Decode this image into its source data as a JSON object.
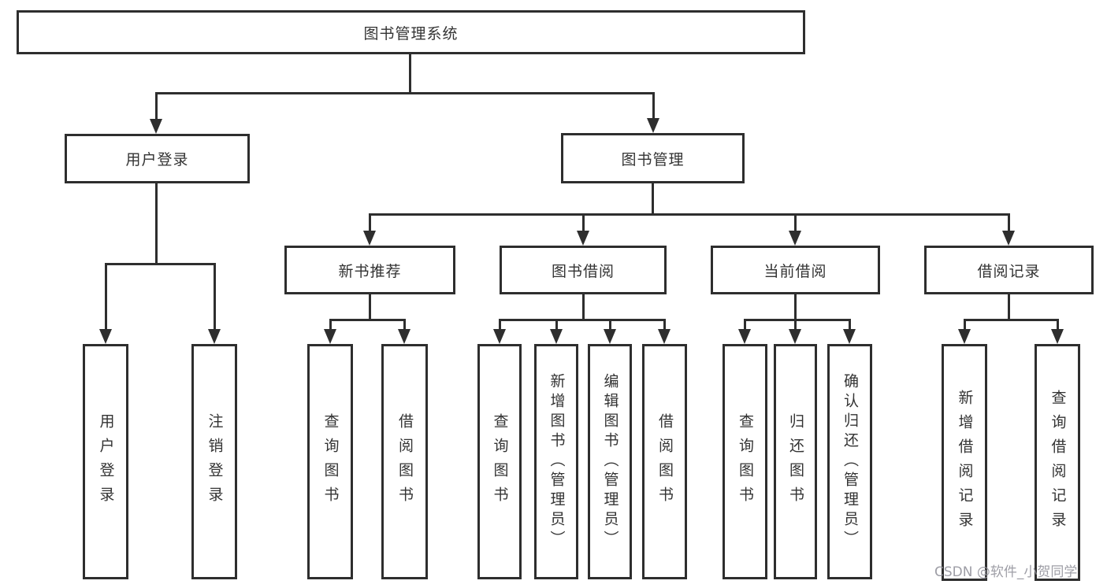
{
  "nodes": {
    "root": {
      "label": "图书管理系统"
    },
    "level2": [
      {
        "label": "用户登录"
      },
      {
        "label": "图书管理"
      }
    ],
    "level3": [
      {
        "label": "新书推荐"
      },
      {
        "label": "图书借阅"
      },
      {
        "label": "当前借阅"
      },
      {
        "label": "借阅记录"
      }
    ],
    "leaves": [
      {
        "label": "用户登录"
      },
      {
        "label": "注销登录"
      },
      {
        "label": "查询图书"
      },
      {
        "label": "借阅图书"
      },
      {
        "label": "查询图书"
      },
      {
        "label": "新增图书（管理员）"
      },
      {
        "label": "编辑图书（管理员）"
      },
      {
        "label": "借阅图书"
      },
      {
        "label": "查询图书"
      },
      {
        "label": "归还图书"
      },
      {
        "label": "确认归还（管理员）"
      },
      {
        "label": "新增借阅记录"
      },
      {
        "label": "查询借阅记录"
      }
    ]
  },
  "watermark": "CSDN @软件_小贺同学",
  "colors": {
    "line": "#2e2e2e",
    "text": "#333333",
    "watermark": "#94949c",
    "background": "#ffffff"
  }
}
